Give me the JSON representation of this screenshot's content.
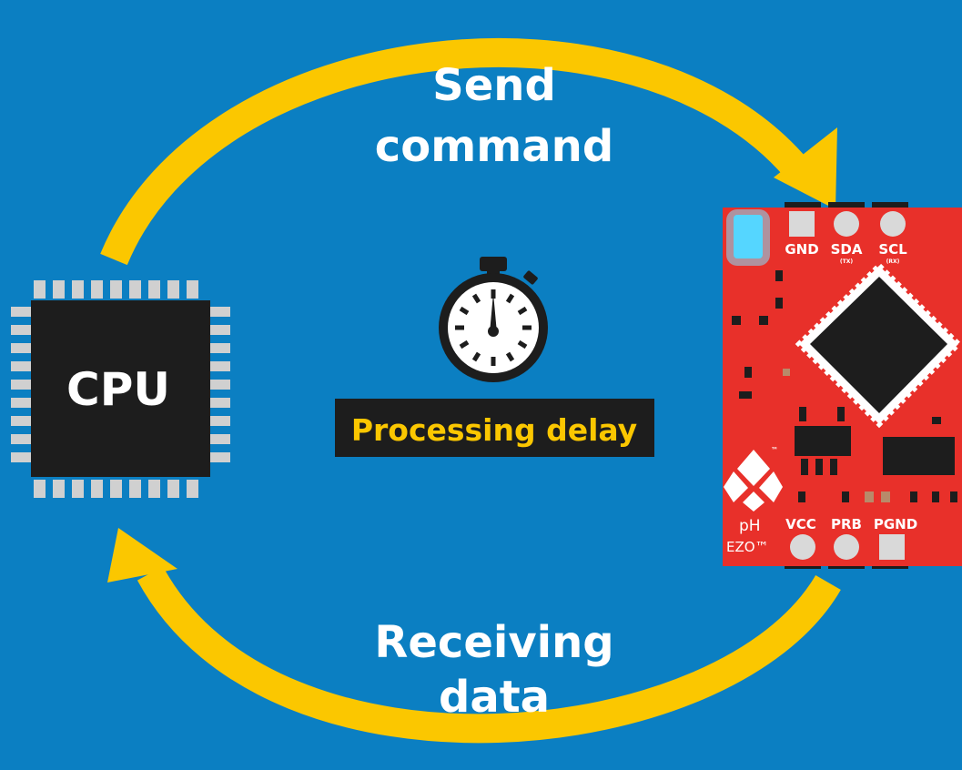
{
  "diagram": {
    "top_label_line1": "Send",
    "top_label_line2": "command",
    "bottom_label_line1": "Receiving",
    "bottom_label_line2": "data",
    "center_label": "Processing delay",
    "cpu_label": "CPU"
  },
  "board": {
    "top_pins": [
      "GND",
      "SDA",
      "SCL"
    ],
    "sda_sub": "(TX)",
    "scl_sub": "(RX)",
    "bottom_pins": [
      "VCC",
      "PRB",
      "PGND"
    ],
    "model_line1": "pH",
    "model_line2": "EZO™",
    "tm_mark": "™"
  },
  "colors": {
    "background": "#0b7fc2",
    "arrow": "#fbc700",
    "board": "#e8302a",
    "chip": "#1d1d1d",
    "led": "#55d6ff",
    "label_bg": "#1d1d1d",
    "label_text": "#fbc700"
  },
  "icons": {
    "stopwatch": "stopwatch-icon",
    "cpu": "cpu-chip-icon",
    "logo": "atlas-logo-icon"
  }
}
